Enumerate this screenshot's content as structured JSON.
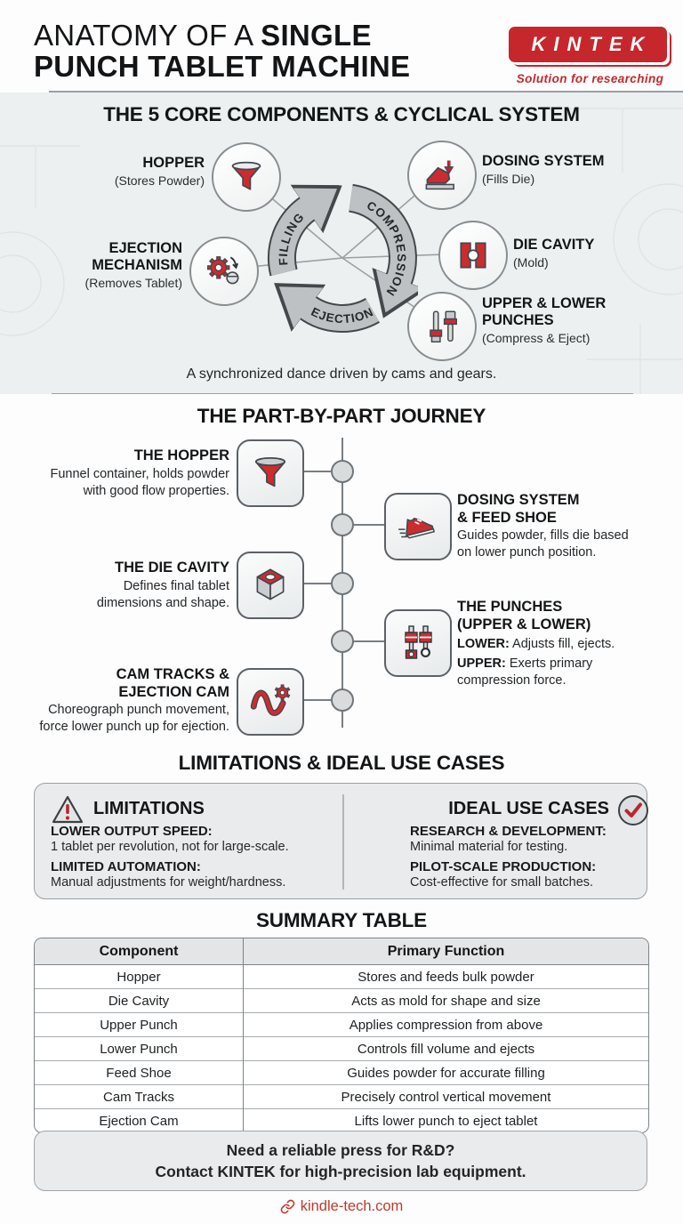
{
  "colors": {
    "accent_red": "#c5272d",
    "icon_red": "#ce2b31",
    "band_gray": "#bdc1c3",
    "panel_gray": "#e9ebec"
  },
  "header": {
    "title_regular": "ANATOMY OF A ",
    "title_bold1": "SINGLE",
    "title_bold2": "PUNCH TABLET MACHINE",
    "logo_text": "KINTEK",
    "logo_tagline": "Solution for researching"
  },
  "core": {
    "title": "THE 5 CORE COMPONENTS & CYCLICAL SYSTEM",
    "cycle": {
      "filling": "FILLING",
      "compression": "COMPRESSION",
      "ejection": "EJECTION"
    },
    "components": [
      {
        "name": "HOPPER",
        "subtitle": "(Stores Powder)",
        "icon": "funnel-icon"
      },
      {
        "name": "DOSING SYSTEM",
        "subtitle": "(Fills Die)",
        "icon": "feed-shoe-icon"
      },
      {
        "name": "EJECTION MECHANISM",
        "subtitle": "(Removes Tablet)",
        "icon": "gear-tablet-icon"
      },
      {
        "name": "DIE CAVITY",
        "subtitle": "(Mold)",
        "icon": "die-cavity-icon"
      },
      {
        "name": "UPPER & LOWER PUNCHES",
        "subtitle": "(Compress & Eject)",
        "icon": "punches-icon"
      }
    ],
    "caption": "A synchronized dance driven by cams and gears."
  },
  "journey": {
    "title": "THE PART-BY-PART JOURNEY",
    "items": [
      {
        "t1": "THE HOPPER",
        "d1": "Funnel container, holds powder",
        "d2": "with good flow properties.",
        "side": "left",
        "icon": "funnel-icon"
      },
      {
        "t1": "DOSING SYSTEM",
        "t2": "& FEED SHOE",
        "d1": "Guides powder, fills die based",
        "d2": "on lower punch position.",
        "side": "right",
        "icon": "sneaker-icon"
      },
      {
        "t1": "THE DIE CAVITY",
        "d1": "Defines final tablet",
        "d2": "dimensions and shape.",
        "side": "left",
        "icon": "die-cube-icon"
      },
      {
        "t1": "THE PUNCHES",
        "t2": "(UPPER & LOWER)",
        "lower_label": "LOWER:",
        "lower_text": " Adjusts fill, ejects.",
        "upper_label": "UPPER:",
        "upper_text1": " Exerts primary",
        "upper_text2": "compression force.",
        "side": "right",
        "icon": "punch-pair-icon"
      },
      {
        "t1": "CAM TRACKS &",
        "t2": "EJECTION CAM",
        "d1": "Choreograph punch movement,",
        "d2": "force lower punch up for ejection.",
        "side": "left",
        "icon": "cam-gear-icon"
      }
    ]
  },
  "limits": {
    "title": "LIMITATIONS & IDEAL USE CASES",
    "left": {
      "header": "LIMITATIONS",
      "items": [
        {
          "label": "LOWER OUTPUT SPEED:",
          "text": "1 tablet per revolution, not for large-scale."
        },
        {
          "label": "LIMITED AUTOMATION:",
          "text": "Manual adjustments for weight/hardness."
        }
      ]
    },
    "right": {
      "header": "IDEAL USE CASES",
      "items": [
        {
          "label": "RESEARCH & DEVELOPMENT:",
          "text": "Minimal material for testing."
        },
        {
          "label": "PILOT-SCALE PRODUCTION:",
          "text": "Cost-effective for small batches."
        }
      ]
    }
  },
  "table_section": {
    "title": "SUMMARY TABLE",
    "headers": [
      "Component",
      "Primary Function"
    ],
    "rows": [
      [
        "Hopper",
        "Stores and feeds bulk powder"
      ],
      [
        "Die Cavity",
        "Acts as mold for shape and size"
      ],
      [
        "Upper Punch",
        "Applies compression from above"
      ],
      [
        "Lower Punch",
        "Controls fill volume and ejects"
      ],
      [
        "Feed Shoe",
        "Guides powder for accurate filling"
      ],
      [
        "Cam Tracks",
        "Precisely control vertical movement"
      ],
      [
        "Ejection Cam",
        "Lifts lower punch to eject tablet"
      ]
    ]
  },
  "footer": {
    "cta_line1": "Need a reliable press for R&D?",
    "cta_line2": "Contact KINTEK for high-precision lab equipment.",
    "link": "kindle-tech.com"
  }
}
